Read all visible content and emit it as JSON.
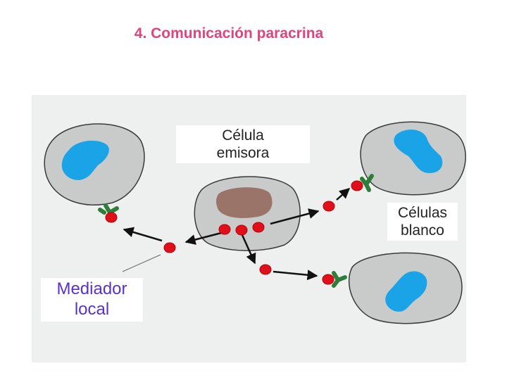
{
  "title": "4. Comunicación paracrina",
  "labels": {
    "emitter": "Célula\nemisora",
    "targets": "Células\nblanco",
    "mediator": "Mediador\nlocal"
  },
  "colors": {
    "title": "#e0447f",
    "mediator_label": "#5b2fd0",
    "cell_fill": "#c8cbca",
    "cell_stroke": "#3a3a3a",
    "nucleus_target": "#1aa3e6",
    "nucleus_emitter": "#9a7468",
    "mediator": "#e0101a",
    "receptor": "#2f7d3a",
    "arrow": "#111111"
  },
  "icons": [
    "cell",
    "nucleus",
    "receptor",
    "signal-molecule",
    "arrow"
  ]
}
